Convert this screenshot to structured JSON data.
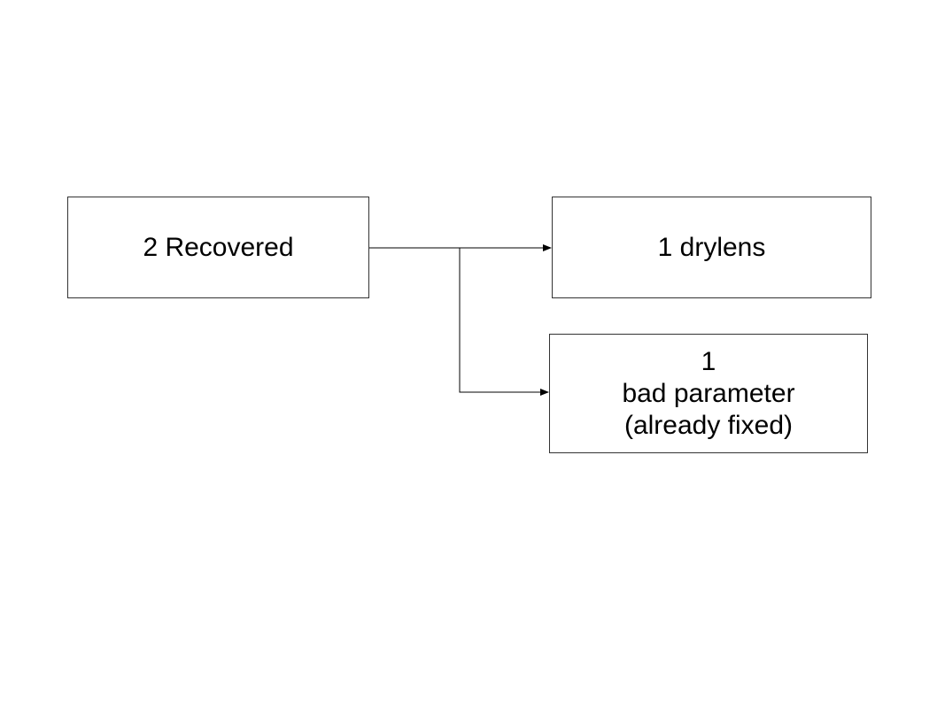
{
  "nodes": {
    "recovered": {
      "label": "2 Recovered"
    },
    "drylens": {
      "label": "1 drylens"
    },
    "bad_parameter": {
      "lines": [
        "1",
        "bad parameter",
        "(already fixed)"
      ]
    }
  },
  "edges": [
    {
      "from": "2 Recovered",
      "to": "1 drylens"
    },
    {
      "from": "2 Recovered",
      "to": "1 bad parameter (already fixed)"
    }
  ],
  "colors": {
    "stroke": "#333333",
    "text": "#000000",
    "background": "#ffffff"
  }
}
